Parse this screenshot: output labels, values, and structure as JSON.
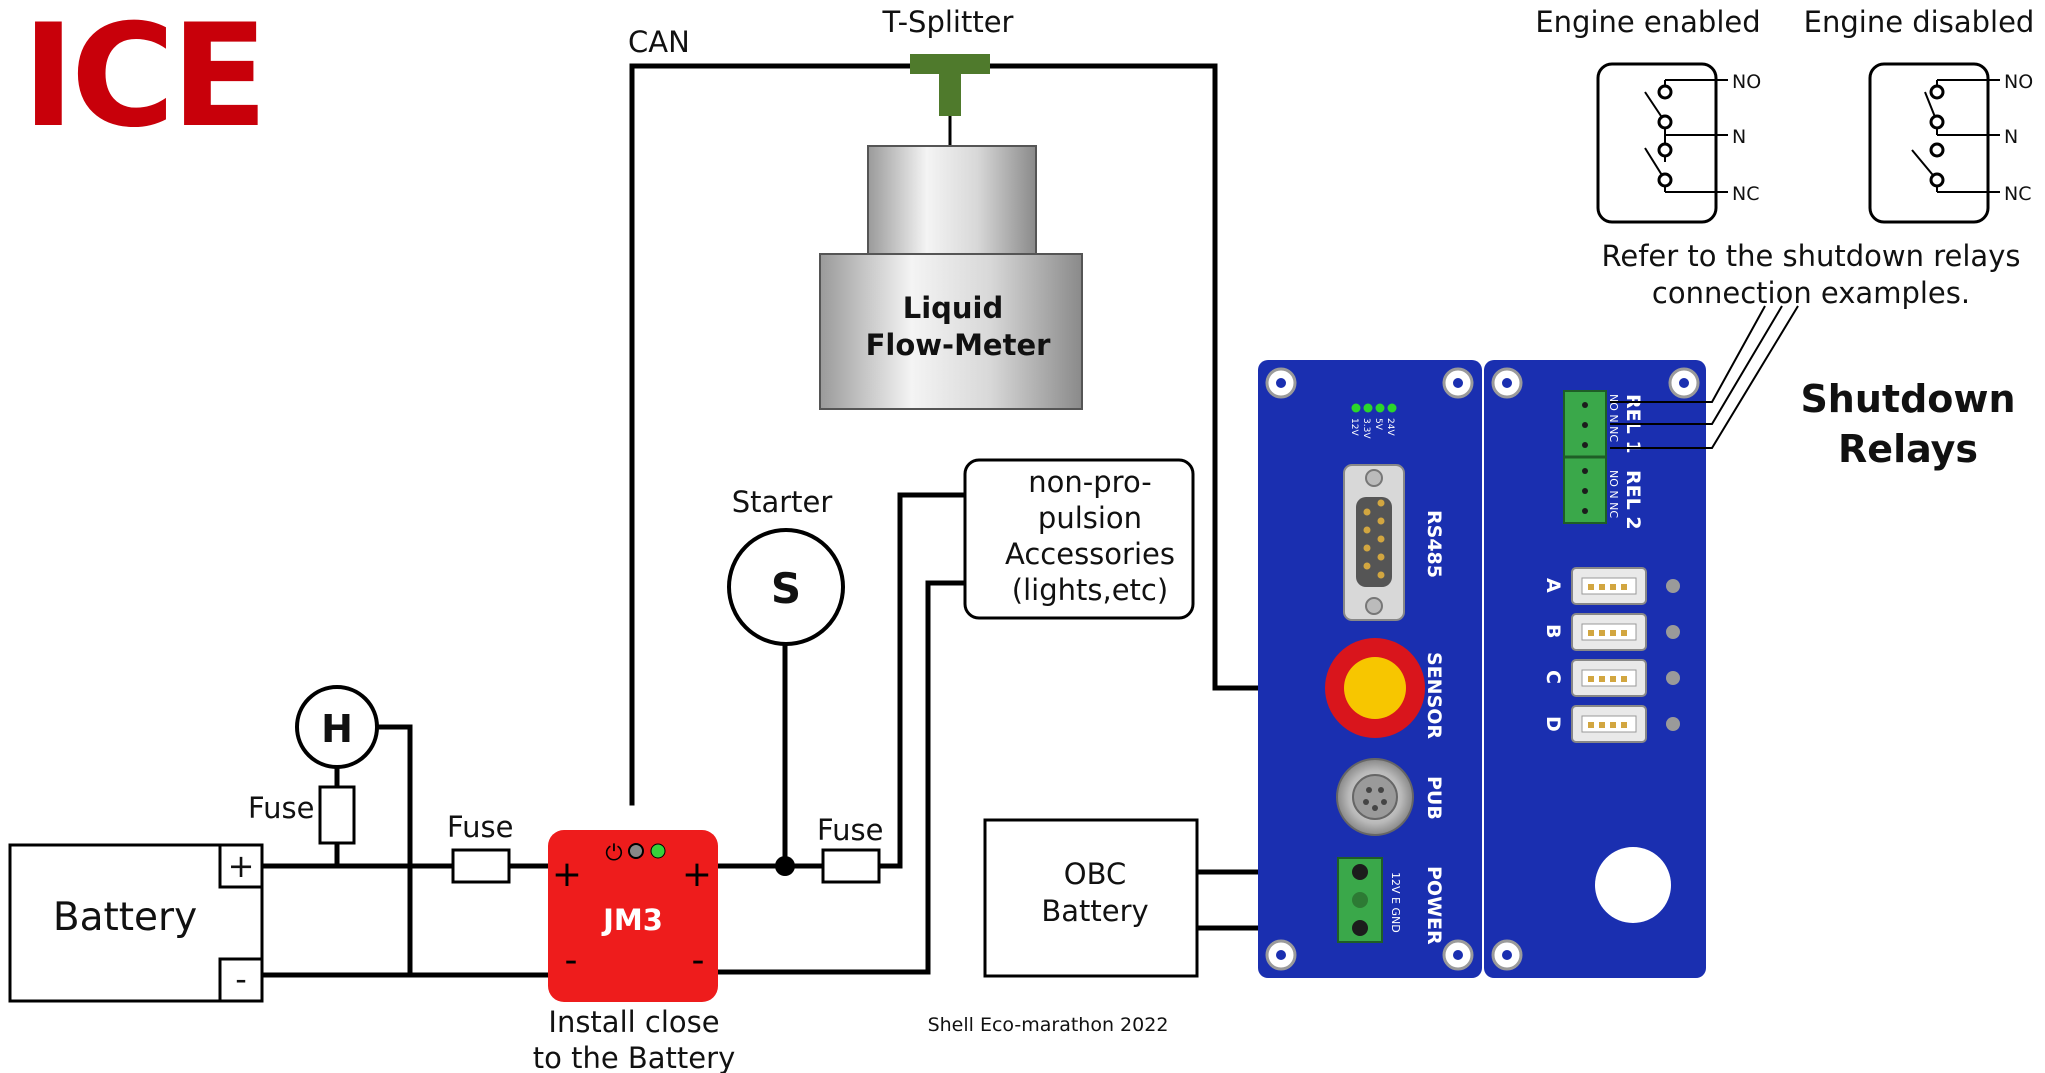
{
  "title": "ICE",
  "labels": {
    "can": "CAN",
    "t_splitter": "T-Splitter",
    "flow_meter_line1": "Liquid",
    "flow_meter_line2": "Flow-Meter",
    "starter": "Starter",
    "starter_symbol": "S",
    "horn_symbol": "H",
    "fuse_horn": "Fuse",
    "fuse_main": "Fuse",
    "fuse_accessories": "Fuse",
    "battery": "Battery",
    "battery_plus": "+",
    "battery_minus": "-",
    "jm3": "JM3",
    "jm3_plus_left": "+",
    "jm3_plus_right": "+",
    "jm3_minus_left": "-",
    "jm3_minus_right": "-",
    "install_note_line1": "Install close",
    "install_note_line2": "to the Battery",
    "accessories_line1": "non-pro-",
    "accessories_line2": "pulsion",
    "accessories_line3": "Accessories",
    "accessories_line4": "(lights,etc)",
    "obc_battery_line1": "OBC",
    "obc_battery_line2": "Battery",
    "footer": "Shell Eco-marathon 2022",
    "engine_enabled": "Engine enabled",
    "engine_disabled": "Engine disabled",
    "relay_no": "NO",
    "relay_n": "N",
    "relay_nc": "NC",
    "refer_line1": "Refer to the shutdown relays",
    "refer_line2": "connection examples.",
    "shutdown_line1": "Shutdown",
    "shutdown_line2": "Relays"
  },
  "module_left": {
    "led_labels": [
      "12V",
      "3.3V",
      "5V",
      "24V"
    ],
    "rs485": "RS485",
    "sensor": "SENSOR",
    "pub": "PUB",
    "power": "POWER",
    "power_pins": "12V E GND"
  },
  "module_right": {
    "rel1": "REL 1",
    "rel2": "REL 2",
    "rel_pins": "NO N NC",
    "ports": [
      "A",
      "B",
      "C",
      "D"
    ]
  },
  "colors": {
    "title_red": "#c8000a",
    "module_blue": "#1a2fb0",
    "jm3_red": "#ee1c1c",
    "splitter_green": "#4f7a2c",
    "connector_green": "#3aa84a",
    "sensor_yellow": "#f7c600",
    "sensor_red": "#d9151c"
  }
}
